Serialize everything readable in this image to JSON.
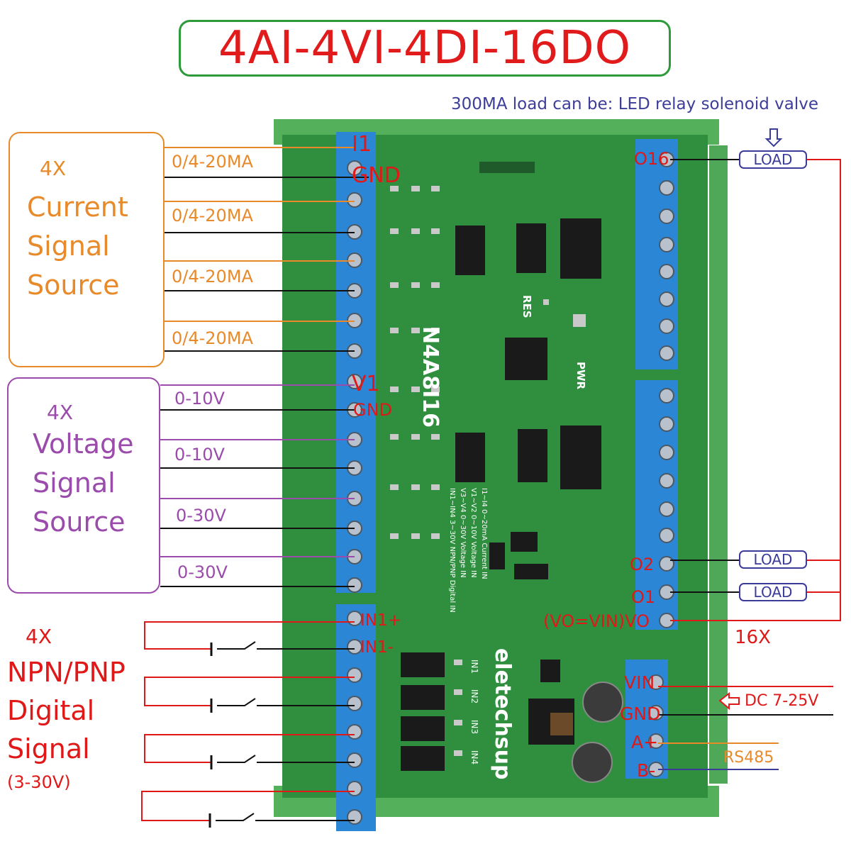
{
  "title": "4AI-4VI-4DI-16DO",
  "load_note": "300MA load can be: LED relay solenoid valve",
  "current_group": {
    "count": "4X",
    "line1": "Current",
    "line2": "Signal",
    "line3": "Source",
    "range_labels": [
      "0/4-20MA",
      "0/4-20MA",
      "0/4-20MA",
      "0/4-20MA"
    ]
  },
  "voltage_group": {
    "count": "4X",
    "line1": "Voltage",
    "line2": "Signal",
    "line3": "Source",
    "range_labels": [
      "0-10V",
      "0-10V",
      "0-30V",
      "0-30V"
    ]
  },
  "digital_group": {
    "count": "4X",
    "line1": "NPN/PNP",
    "line2": "Digital",
    "line3": "Signal",
    "line4": "(3-30V)"
  },
  "terminal_labels": {
    "i1": "I1",
    "gnd_a": "GND",
    "v1": "V1",
    "gnd_b": "GND",
    "in1p": "IN1+",
    "in1m": "IN1-",
    "o16": "O16",
    "o2": "O2",
    "o1": "O1",
    "vo": "(VO=VIN)VO",
    "vin": "VIN",
    "gnd_c": "GND",
    "a": "A+",
    "b": "B-"
  },
  "loads": [
    "LOAD",
    "LOAD",
    "LOAD"
  ],
  "outputs_count": "16X",
  "power_label": "DC 7-25V",
  "rs485_label": "RS485",
  "board": {
    "model": "N4A8I16",
    "brand": "eletechsup",
    "res": "RES",
    "pwr": "PWR",
    "spec_lines": [
      "I1~I4 0~20mA Current IN",
      "V1~V2 0~10V Voltage IN",
      "V3~V4 0~30V Voltage IN",
      "IN1~IN4 3~30V NPN/PNP Digital IN"
    ],
    "in_labels": [
      "IN1",
      "IN2",
      "IN3",
      "IN4"
    ]
  },
  "colors": {
    "title_red": "#e11b1b",
    "orange": "#e88a2a",
    "purple": "#9a4bab",
    "blue": "#3b3b9a",
    "pcb_green": "#2f8f3f",
    "terminal_blue": "#2c86d6"
  }
}
